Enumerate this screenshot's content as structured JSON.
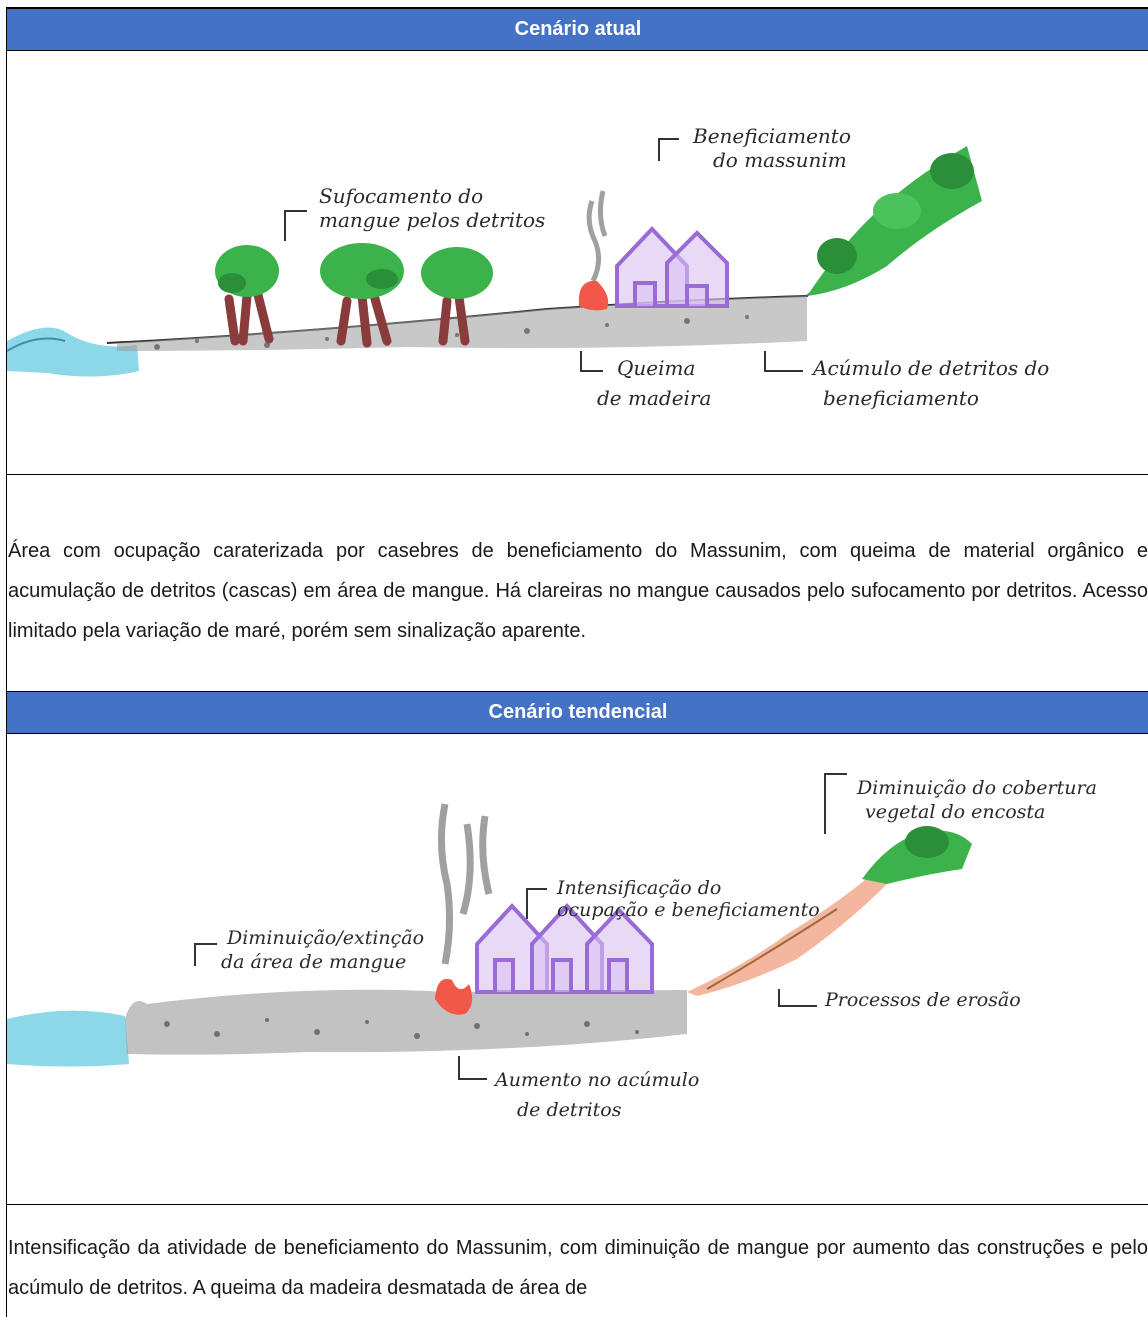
{
  "sections": {
    "current": {
      "header": "Cenário atual",
      "annotations": {
        "suffocation": [
          "Sufocamento do",
          "mangue pelos detritos"
        ],
        "processing": [
          "Beneficiamento",
          "do massunim"
        ],
        "burning": [
          "Queima",
          "de madeira"
        ],
        "accumulation": [
          "Acúmulo de detritos do",
          "beneficiamento"
        ]
      },
      "description": "Área com ocupação caraterizada por casebres de beneficiamento do Massunim, com queima de material orgânico e acumulação de detritos (cascas) em área de mangue. Há clareiras no mangue causados pelo sufocamento por detritos. Acesso limitado pela variação de maré, porém sem sinalização aparente."
    },
    "trend": {
      "header": "Cenário tendencial",
      "annotations": {
        "vegetation": [
          "Diminuição do cobertura",
          "vegetal do encosta"
        ],
        "intensification": [
          "Intensificação do",
          "ocupação e beneficiamento"
        ],
        "mangrove": [
          "Diminuição/extinção",
          "da área de mangue"
        ],
        "erosion": [
          "Processos de erosão"
        ],
        "debris": [
          "Aumento no acúmulo",
          "de detritos"
        ]
      },
      "description": "Intensificação da atividade de beneficiamento do Massunim, com diminuição de mangue por aumento das construções e pelo acúmulo de detritos. A queima da madeira desmatada de área de"
    }
  },
  "colors": {
    "header_bg": "#4472c4",
    "water": "#7fd3e6",
    "tree_green": "#3cb34a",
    "house_purple": "#b98ee6",
    "fire": "#f2584a",
    "ground": "#8c8c8c",
    "erosion": "#f2a488"
  }
}
